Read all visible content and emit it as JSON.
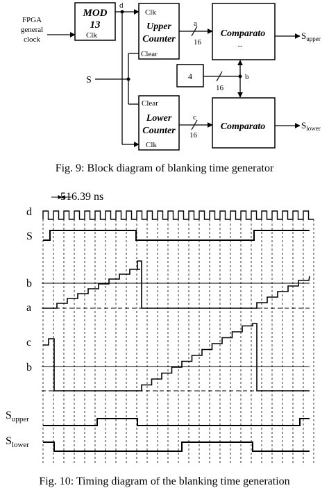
{
  "block_diagram": {
    "clock_source": [
      "FPGA",
      "general",
      "clock"
    ],
    "mod_block": {
      "line1": "MOD",
      "line2": "13",
      "clk": "Clk"
    },
    "upper_counter": {
      "clk": "Clk",
      "line1": "Upper",
      "line2": "Counter",
      "clear": "Clear"
    },
    "lower_counter": {
      "clear": "Clear",
      "line1": "Lower",
      "line2": "Counter",
      "clk": "Clk"
    },
    "comparator_upper": {
      "label": "Comparato",
      "sub": "--"
    },
    "comparator_lower": {
      "label": "Comparato"
    },
    "constant": "4",
    "signals": {
      "d": "d",
      "a": "a",
      "b": "b",
      "c": "c",
      "s": "S",
      "bus_a": "16",
      "bus_b": "16",
      "bus_c": "16",
      "s_upper_main": "S",
      "s_upper_sub": "upper",
      "s_lower_main": "S",
      "s_lower_sub": "lower"
    }
  },
  "fig9_caption": "Fig. 9:  Block diagram of blanking time generator",
  "timing_diagram": {
    "period_label": "516.39 ns",
    "labels": {
      "d": "d",
      "s": "S",
      "b1": "b",
      "a": "a",
      "c": "c",
      "b2": "b",
      "s_upper_main": "S",
      "s_upper_sub": "upper",
      "s_lower_main": "S",
      "s_lower_sub": "lower"
    }
  },
  "fig10_caption": "Fig. 10:  Timing diagram of the blanking time generation"
}
